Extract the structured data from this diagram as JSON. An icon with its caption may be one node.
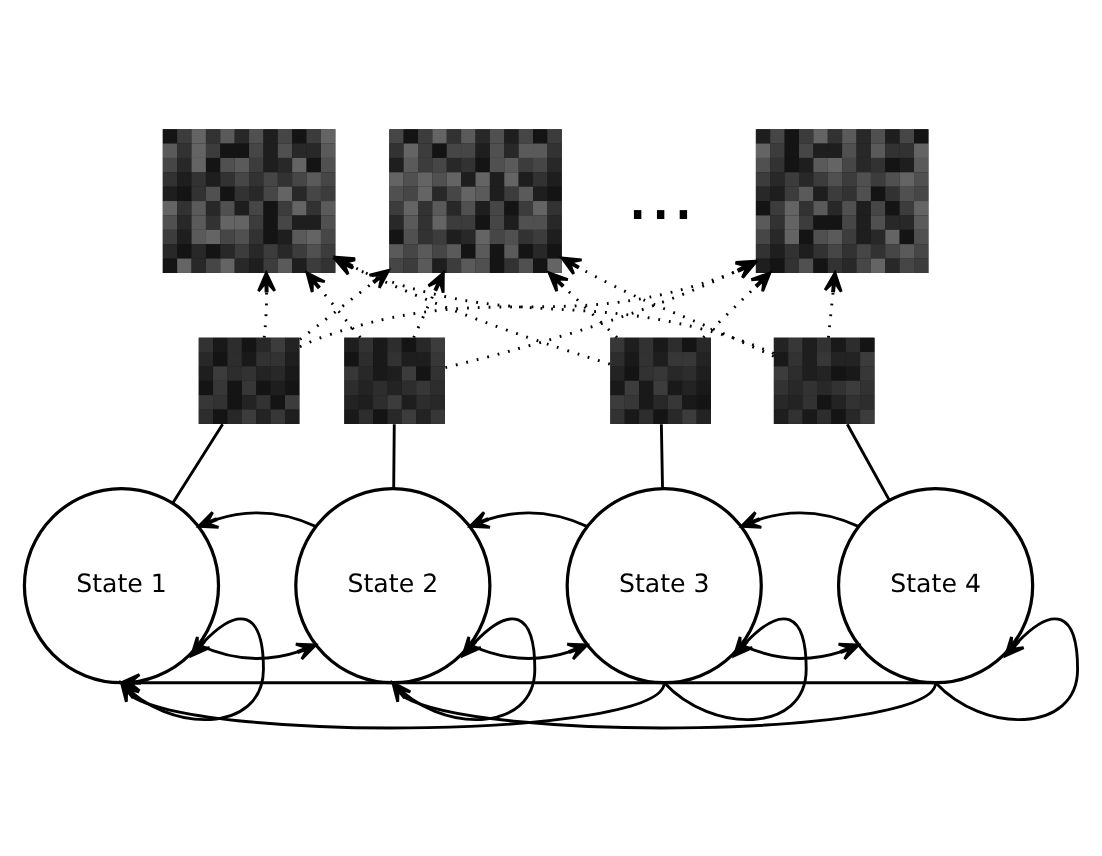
{
  "diagram": {
    "nodes": [
      {
        "text": [],
        "shape": "picture"
      },
      {
        "text": [],
        "shape": "picture"
      },
      {
        "text": [],
        "shape": "picture"
      },
      {
        "text": [],
        "shape": "picture"
      },
      {
        "text": [],
        "shape": "picture"
      },
      {
        "text": [],
        "shape": "picture"
      },
      {
        "text": [],
        "shape": "picture"
      },
      {
        "text": [
          "State 1"
        ]
      },
      {
        "text": [
          "State 2"
        ]
      },
      {
        "text": [
          "State 3"
        ]
      },
      {
        "text": [
          "State 4"
        ]
      }
    ],
    "edges": [
      {
        "from": 3,
        "to": 0,
        "arrow": "to",
        "style": "dashed"
      },
      {
        "from": 3,
        "to": 1,
        "arrow": "to",
        "style": "dashed"
      },
      {
        "from": 3,
        "to": 2,
        "arrow": "to",
        "style": "dashed"
      },
      {
        "from": 4,
        "to": 0,
        "arrow": "to",
        "style": "dashed"
      },
      {
        "from": 4,
        "to": 1,
        "arrow": "to",
        "style": "dashed"
      },
      {
        "from": 4,
        "to": 2,
        "arrow": "to",
        "style": "dashed"
      },
      {
        "from": 5,
        "to": 0,
        "arrow": "to",
        "style": "dashed"
      },
      {
        "from": 5,
        "to": 1,
        "arrow": "to",
        "style": "dashed"
      },
      {
        "from": 5,
        "to": 2,
        "arrow": "to",
        "style": "dashed"
      },
      {
        "from": 6,
        "to": 0,
        "arrow": "to",
        "style": "dashed"
      },
      {
        "from": 6,
        "to": 1,
        "arrow": "to",
        "style": "dashed"
      },
      {
        "from": 6,
        "to": 2,
        "arrow": "to",
        "style": "dashed"
      },
      {
        "from": 3,
        "to": 7,
        "arrow": "none"
      },
      {
        "from": 4,
        "to": 8,
        "arrow": "none"
      },
      {
        "from": 5,
        "to": 9,
        "arrow": "none"
      },
      {
        "from": 6,
        "to": 10,
        "arrow": "none"
      },
      {
        "from": 7,
        "to": 8,
        "arrow": "to"
      },
      {
        "from": 8,
        "to": 9,
        "arrow": "to"
      },
      {
        "from": 9,
        "to": 10,
        "arrow": "to"
      },
      {
        "from": 7,
        "to": 7,
        "arrow": "to"
      },
      {
        "from": 8,
        "to": 8,
        "arrow": "to"
      },
      {
        "from": 9,
        "to": 9,
        "arrow": "to"
      },
      {
        "from": 10,
        "to": 10,
        "arrow": "to"
      },
      {
        "from": 8,
        "to": 7,
        "arrow": "to"
      },
      {
        "from": 9,
        "to": 7,
        "arrow": "to"
      },
      {
        "from": 10,
        "to": 7,
        "arrow": "to"
      },
      {
        "from": 9,
        "to": 8,
        "arrow": "to"
      },
      {
        "from": 10,
        "to": 8,
        "arrow": "to"
      },
      {
        "from": 10,
        "to": 9,
        "arrow": "to"
      }
    ],
    "labels": [
      "..."
    ]
  }
}
